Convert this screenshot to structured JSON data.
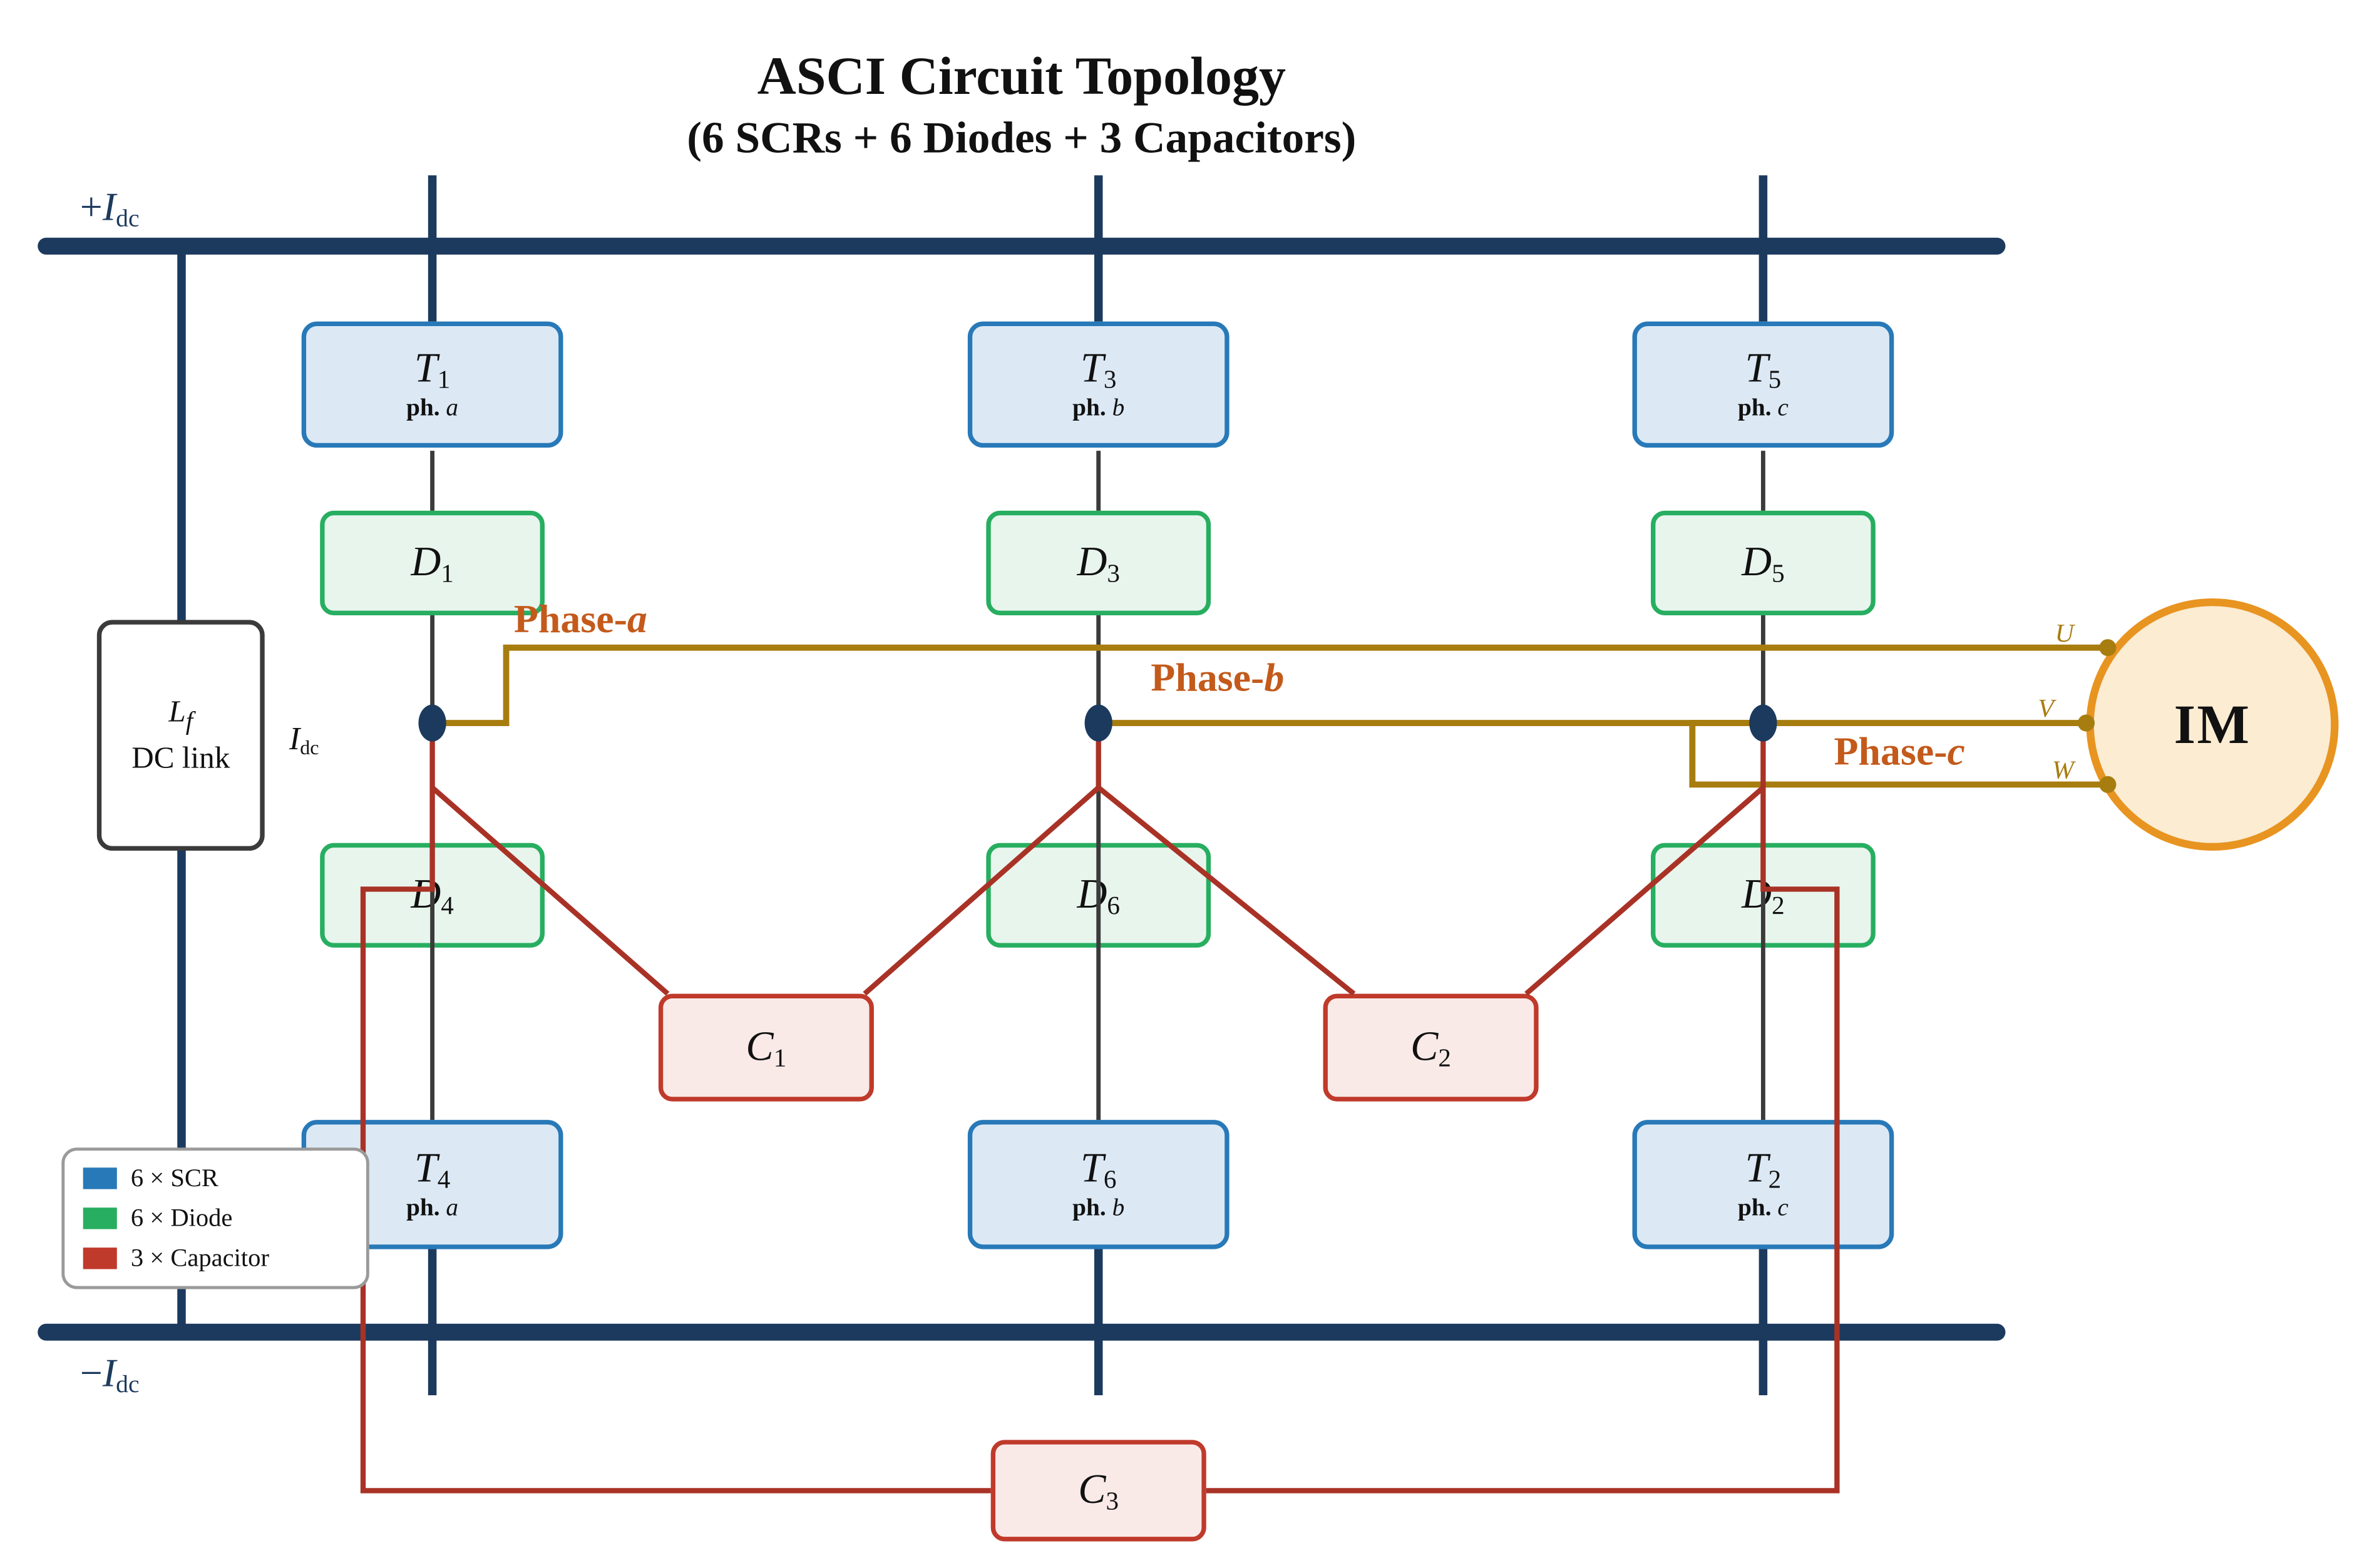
{
  "title": {
    "line1": "ASCI Circuit Topology",
    "line2": "(6 SCRs + 6 Diodes + 3 Capacitors)"
  },
  "bus": {
    "positive": {
      "prefix": "+",
      "symbol": "I",
      "subscript": "dc"
    },
    "negative": {
      "prefix": "−",
      "symbol": "I",
      "subscript": "dc"
    }
  },
  "dc_link": {
    "inductor_symbol": "L",
    "inductor_subscript": "f",
    "label": "DC link"
  },
  "dc_current": {
    "symbol": "I",
    "subscript": "dc"
  },
  "devices": {
    "t1": {
      "symbol": "T",
      "sub": "1",
      "ph": "ph.",
      "phase": "a"
    },
    "t3": {
      "symbol": "T",
      "sub": "3",
      "ph": "ph.",
      "phase": "b"
    },
    "t5": {
      "symbol": "T",
      "sub": "5",
      "ph": "ph.",
      "phase": "c"
    },
    "t4": {
      "symbol": "T",
      "sub": "4",
      "ph": "ph.",
      "phase": "a"
    },
    "t6": {
      "symbol": "T",
      "sub": "6",
      "ph": "ph.",
      "phase": "b"
    },
    "t2": {
      "symbol": "T",
      "sub": "2",
      "ph": "ph.",
      "phase": "c"
    },
    "d1": {
      "symbol": "D",
      "sub": "1"
    },
    "d3": {
      "symbol": "D",
      "sub": "3"
    },
    "d5": {
      "symbol": "D",
      "sub": "5"
    },
    "d4": {
      "symbol": "D",
      "sub": "4"
    },
    "d6": {
      "symbol": "D",
      "sub": "6"
    },
    "d2": {
      "symbol": "D",
      "sub": "2"
    },
    "c1": {
      "symbol": "C",
      "sub": "1"
    },
    "c2": {
      "symbol": "C",
      "sub": "2"
    },
    "c3": {
      "symbol": "C",
      "sub": "3"
    }
  },
  "phases": {
    "a": {
      "prefix": "Phase-",
      "letter": "a"
    },
    "b": {
      "prefix": "Phase-",
      "letter": "b"
    },
    "c": {
      "prefix": "Phase-",
      "letter": "c"
    }
  },
  "motor": {
    "label": "IM",
    "terminals": [
      "U",
      "V",
      "W"
    ]
  },
  "legend": {
    "items": [
      {
        "label": "6 × SCR",
        "color": "#2879B8"
      },
      {
        "label": "6 × Diode",
        "color": "#27AE60"
      },
      {
        "label": "3 × Capacitor",
        "color": "#C03A2B"
      }
    ]
  },
  "colors": {
    "bus_navy": "#1C3A5E",
    "leg_gray": "#3B3B3B",
    "phase_wire_gold": "#A87D0F",
    "capacitor_wire_red": "#A93226",
    "phase_label_orange": "#C35A1B",
    "scr_border_blue": "#2879B8",
    "scr_fill": "#DCE9F5",
    "diode_border_green": "#27AE60",
    "diode_fill": "#E8F5ED",
    "capacitor_border_red": "#C03A2B",
    "capacitor_fill": "#F9EAE8",
    "motor_border_orange": "#E89420",
    "motor_fill": "#FBECD2"
  }
}
